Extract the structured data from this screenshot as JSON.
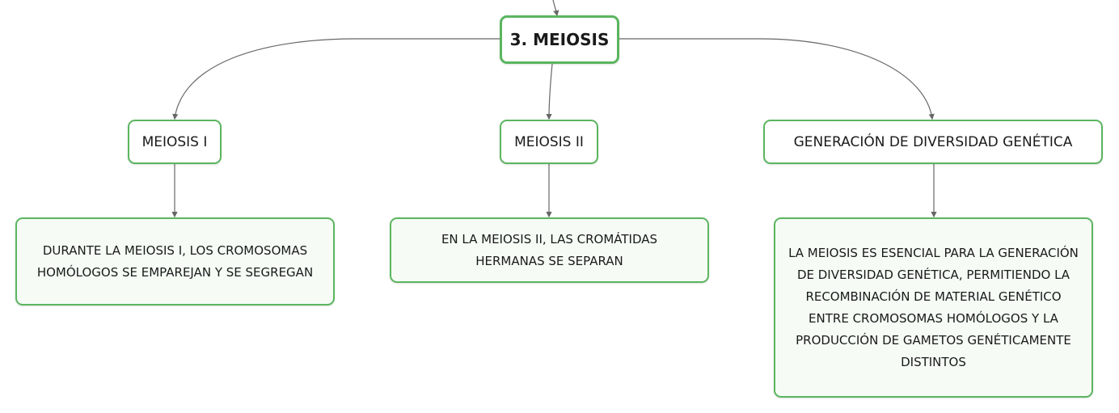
{
  "root": {
    "label": "3. MEIOSIS"
  },
  "branches": [
    {
      "label": "MEIOSIS I",
      "detail": "DURANTE LA MEIOSIS I, LOS CROMOSOMAS HOMÓLOGOS SE EMPAREJAN Y SE SEGREGAN"
    },
    {
      "label": "MEIOSIS II",
      "detail": "EN LA MEIOSIS II, LAS CROMÁTIDAS HERMANAS SE SEPARAN"
    },
    {
      "label": "GENERACIÓN DE DIVERSIDAD GENÉTICA",
      "detail": "LA MEIOSIS ES ESENCIAL PARA LA GENERACIÓN DE DIVERSIDAD GENÉTICA, PERMITIENDO LA RECOMBINACIÓN DE MATERIAL GENÉTICO ENTRE CROMOSOMAS HOMÓLOGOS Y LA PRODUCCIÓN DE GAMETOS GENÉTICAMENTE DISTINTOS"
    }
  ],
  "colors": {
    "node_border": "#5bb55f",
    "connector": "#666666"
  }
}
